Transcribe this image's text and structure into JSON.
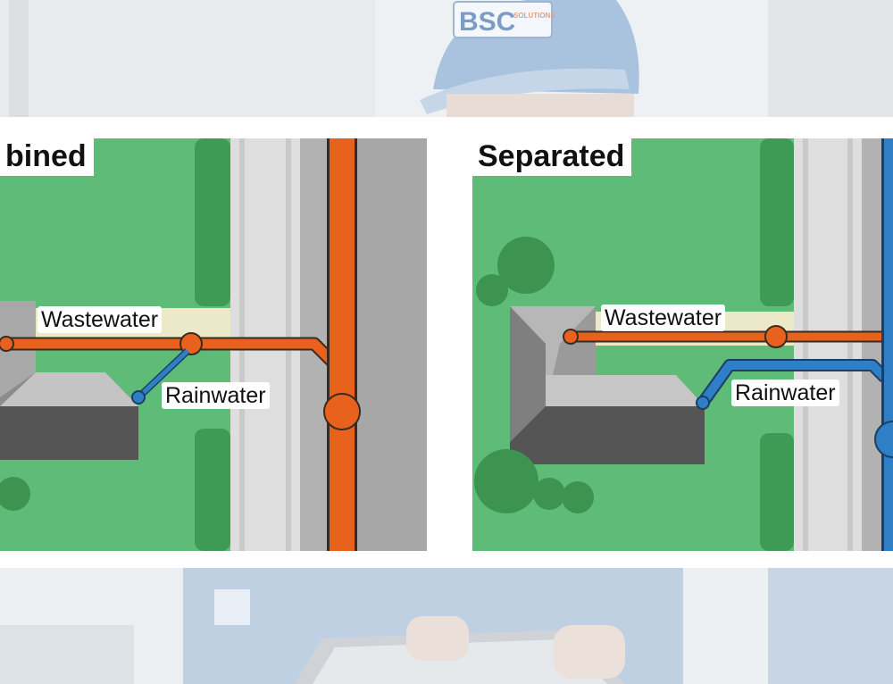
{
  "background": {
    "cap_logo_text": "BSC",
    "cap_logo_subtext": "SOLUTIONS"
  },
  "diagrams": [
    {
      "title": "bined",
      "wastewater_label": "Wastewater",
      "rainwater_label": "Rainwater"
    },
    {
      "title": "Separated",
      "wastewater_label": "Wastewater",
      "rainwater_label": "Rainwater"
    }
  ],
  "colors": {
    "wastewater_pipe": "#e8621e",
    "rainwater_pipe": "#2f7fc7",
    "lawn": "#5fbb78",
    "hedge": "#3f9a55",
    "road": "#b2b2b2",
    "sidewalk": "#dcdcdc",
    "roof_light": "#b7b7b7",
    "roof_dark": "#555555"
  },
  "icons": [
    "ball-cap-icon",
    "tablet-icon",
    "tree-icon",
    "house-roof-icon"
  ]
}
